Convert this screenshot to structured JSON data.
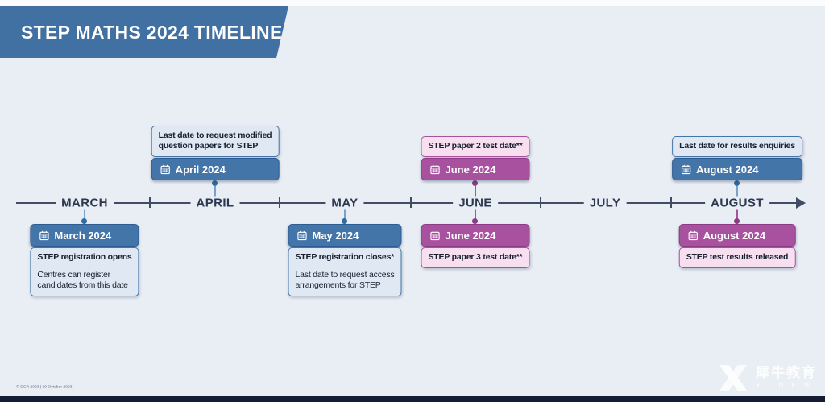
{
  "title": "STEP MATHS 2024 TIMELINE",
  "timeline": {
    "months": [
      "MARCH",
      "APRIL",
      "MAY",
      "JUNE",
      "JULY",
      "AUGUST"
    ]
  },
  "events": {
    "march": {
      "date": "March 2024",
      "title": "STEP registration opens",
      "body_lines": [
        "Centres can register",
        "candidates from this date"
      ]
    },
    "april": {
      "title_lines": [
        "Last date to request modified",
        "question papers for STEP"
      ],
      "date": "April 2024"
    },
    "may": {
      "date": "May 2024",
      "title": "STEP registration closes*",
      "body_lines": [
        "Last date to request access",
        "arrangements for STEP"
      ]
    },
    "june_paper2": {
      "title": "STEP paper 2 test date**",
      "date": "June 2024"
    },
    "june_paper3": {
      "date": "June 2024",
      "title": "STEP paper 3 test date**"
    },
    "august_enquiries": {
      "title": "Last date for results enquiries",
      "date": "August 2024"
    },
    "august_results": {
      "date": "August 2024",
      "title": "STEP test results released"
    }
  },
  "icons": {
    "date_badge": "calendar-icon"
  },
  "colors": {
    "banner_blue": "#4171a3",
    "badge_blue": "#4475a9",
    "badge_magenta": "#a8519f",
    "desc_light_blue": "#dfe8f3",
    "desc_light_pink": "#f8dff0",
    "axis": "#414d63",
    "background": "#e9edf4"
  },
  "footer": {
    "copyright": "© OCR 2023 | 19 October 2023"
  },
  "watermark": {
    "cn": "犀牛教育",
    "en": "X · N E W"
  }
}
